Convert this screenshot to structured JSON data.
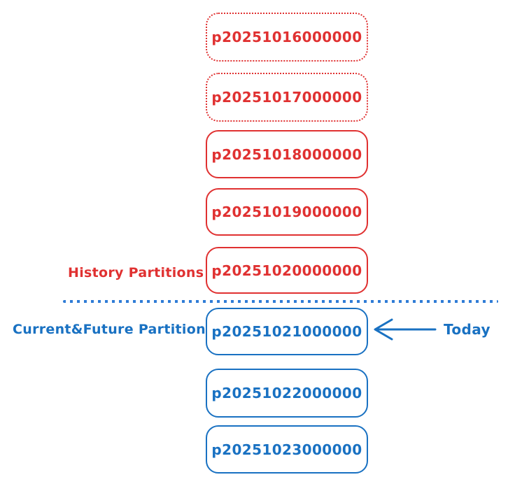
{
  "colors": {
    "history_red": "#e03131",
    "future_blue": "#1971c2",
    "divider_blue": "#2f7cd6"
  },
  "history_section": {
    "label": "History Partitions",
    "partitions": [
      {
        "name": "p20251016000000",
        "border": "dotted"
      },
      {
        "name": "p20251017000000",
        "border": "dotted"
      },
      {
        "name": "p20251018000000",
        "border": "solid"
      },
      {
        "name": "p20251019000000",
        "border": "solid"
      },
      {
        "name": "p20251020000000",
        "border": "solid"
      }
    ]
  },
  "future_section": {
    "label": "Current&Future Partitions",
    "partitions": [
      {
        "name": "p20251021000000",
        "border": "solid"
      },
      {
        "name": "p20251022000000",
        "border": "solid"
      },
      {
        "name": "p20251023000000",
        "border": "solid"
      }
    ],
    "today_annotation": "Today"
  }
}
